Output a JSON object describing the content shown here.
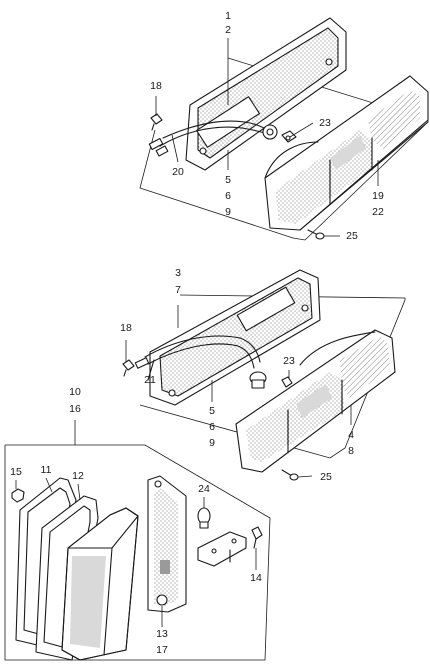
{
  "callouts": {
    "g1": [
      "1",
      "2"
    ],
    "g18a": "18",
    "g20": "20",
    "g23a": "23",
    "g5a": [
      "5",
      "6",
      "9"
    ],
    "g19": [
      "19",
      "22"
    ],
    "g25a": "25",
    "g3": [
      "3",
      "7"
    ],
    "g18b": "18",
    "g21": "21",
    "g23b": "23",
    "g5b": [
      "5",
      "6",
      "9"
    ],
    "g4": [
      "4",
      "8"
    ],
    "g25b": "25",
    "g10": [
      "10",
      "16"
    ],
    "g15": "15",
    "g11": "11",
    "g12": "12",
    "g24": "24",
    "g14": "14",
    "g13": [
      "13",
      "17"
    ]
  }
}
